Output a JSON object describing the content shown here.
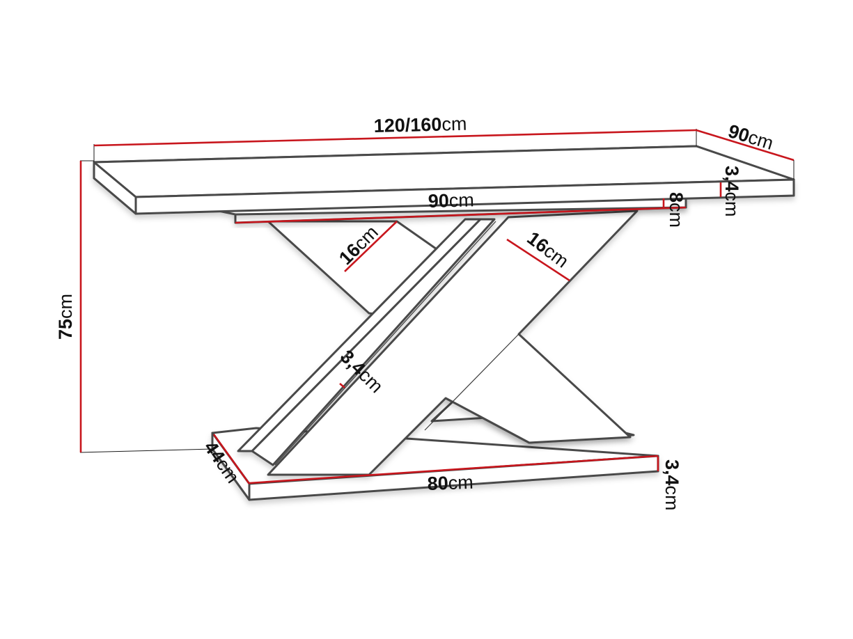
{
  "diagram": {
    "subject": "X-base table dimensions",
    "colors": {
      "dimension_line": "#c8161d",
      "outline": "#4a4a4a",
      "text": "#111111",
      "background": "#ffffff"
    },
    "dimensions": {
      "top_length": {
        "value": "120/160",
        "unit": "cm"
      },
      "top_depth": {
        "value": "90",
        "unit": "cm"
      },
      "top_thickness": {
        "value": "3,4",
        "unit": "cm"
      },
      "apron_length": {
        "value": "90",
        "unit": "cm"
      },
      "apron_height": {
        "value": "8",
        "unit": "cm"
      },
      "leg_width_left": {
        "value": "16",
        "unit": "cm"
      },
      "leg_width_right": {
        "value": "16",
        "unit": "cm"
      },
      "leg_thickness": {
        "value": "3,4",
        "unit": "cm"
      },
      "total_height": {
        "value": "75",
        "unit": "cm"
      },
      "base_depth": {
        "value": "44",
        "unit": "cm"
      },
      "base_length": {
        "value": "80",
        "unit": "cm"
      },
      "base_thickness": {
        "value": "3,4",
        "unit": "cm"
      }
    }
  }
}
